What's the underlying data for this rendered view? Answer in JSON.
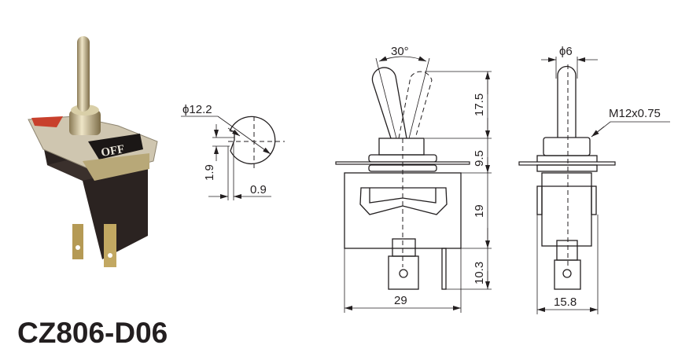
{
  "product": {
    "model": "CZ806-D06",
    "label_on_switch": "OFF"
  },
  "dimensions": {
    "mounting_hole_diameter": "ϕ12.2",
    "key_height": "1.9",
    "key_width": "0.9",
    "lever_angle": "30°",
    "lever_height": "17.5",
    "bushing_height": "9.5",
    "body_height": "19",
    "terminal_length": "10.3",
    "body_width": "29",
    "lever_diameter": "ϕ6",
    "thread": "M12x0.75",
    "body_depth": "15.8"
  },
  "colors": {
    "line": "#231f20",
    "body": "#2a2422",
    "metal": "#c9b98a",
    "label_red": "#c8402c"
  }
}
